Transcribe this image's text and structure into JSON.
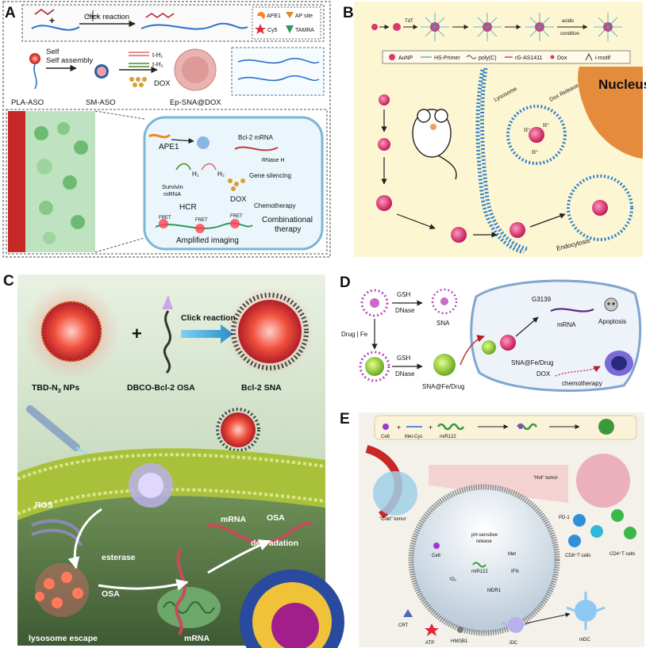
{
  "panel_labels": {
    "a": "A",
    "b": "B",
    "c": "C",
    "d": "D",
    "e": "E"
  },
  "colors": {
    "panel_b_bg": "#fdf6d2",
    "panel_c_bg": "#bcd6b6",
    "panel_d_bg": "#eef2f9",
    "panel_e_bg": "#f4f1ea",
    "nucleus": "#e58c3c",
    "membrane_bead": "#2f7fc8",
    "gold_np": "#d8386c",
    "lipid_head": "#a8c03a",
    "drug_dot": "#d8a033"
  },
  "panel_a": {
    "click_reaction": "Click reaction",
    "legend": {
      "ape1": "APE1",
      "ap_site": "AP site",
      "cy5": "Cy5",
      "tamra": "TAMRA"
    },
    "self_assembly": "Self assembly",
    "t_h1": "t-H₁",
    "t_h2": "t-H₂",
    "dox_top": "DOX",
    "pla_aso": "PLA-ASO",
    "sm_aso": "SM-ASO",
    "ep_sna": "Ep-SNA@DOX",
    "ape1_cell": "APE1",
    "bcl2_mrna": "Bcl-2 mRNA",
    "rnase_h": "RNase H",
    "h1": "H₁",
    "h2": "H₂",
    "gene_silencing": "Gene silencing",
    "survivin": "Survivin",
    "mrna": "mRNA",
    "hcr": "HCR",
    "dox_cell": "DOX",
    "chemotherapy": "Chemotherapy",
    "combinational_1": "Combinational",
    "combinational_2": "therapy",
    "fret": "FRET",
    "amplified_imaging": "Amplified imaging"
  },
  "panel_b": {
    "tdt": "TdT",
    "acidic_1": "acidic",
    "acidic_2": "condition",
    "legend": [
      "AuNP",
      "HS-Primer",
      "poly(C)",
      "rG-AS1411",
      "Dox",
      "i-motif"
    ],
    "lysosome": "Lysosome",
    "dox_release": "Dox Release",
    "nucleus": "Nucleus",
    "h_plus": "H⁺",
    "endocytosis": "Endocytosis"
  },
  "panel_c": {
    "plus": "+",
    "click_reaction": "Click reaction",
    "tbd_prefix": "TBD-N",
    "tbd_sub": "3",
    "tbd_suffix": " NPs",
    "dbco": "DBCO-Bcl-2 OSA",
    "bcl2_sna": "Bcl-2 SNA",
    "ros": "ROS",
    "esterase": "esterase",
    "mrna_top": "mRNA",
    "osa_top": "OSA",
    "degradation": "degradation",
    "osa_bottom": "OSA",
    "lysosome_escape": "lysosome escape",
    "mrna_bottom": "mRNA"
  },
  "panel_d": {
    "drug_fe": "Drug | Fe",
    "gsh_1": "GSH",
    "dnase_1": "DNase",
    "sna": "SNA",
    "gsh_2": "GSH",
    "dnase_2": "DNase",
    "sna_fe_drug_bottom": "SNA@Fe/Drug",
    "g3139": "G3139",
    "mrna": "mRNA",
    "apoptosis": "Apoptosis",
    "sna_fe_drug_cell": "SNA@Fe/Drug",
    "dox": "DOX",
    "chemotherapy": "chemotherapy"
  },
  "panel_e": {
    "ce6": "Ce6",
    "plus_1": "+",
    "met_cys": "Met-Cys",
    "plus_2": "+",
    "mir122": "miR122",
    "hot_tumor": "\"Hot\" tumor",
    "cold_tumor": "\"Cold\" tumor",
    "ph_release_1": "pH-sensitive",
    "ph_release_2": "release",
    "pd1": "PD-1",
    "ce6_cell": "Ce6",
    "met": "Met",
    "ros": "¹O₂",
    "mir122_cell": "miR122",
    "ifn": "IFN",
    "mdr1": "MDR1",
    "cd8": "CD8⁺T cells",
    "cd4": "CD4⁺T cells",
    "crt": "CRT",
    "atp": "ATP",
    "hmgb1": "HMGB1",
    "idc": "iDC",
    "mdc": "mDC"
  }
}
